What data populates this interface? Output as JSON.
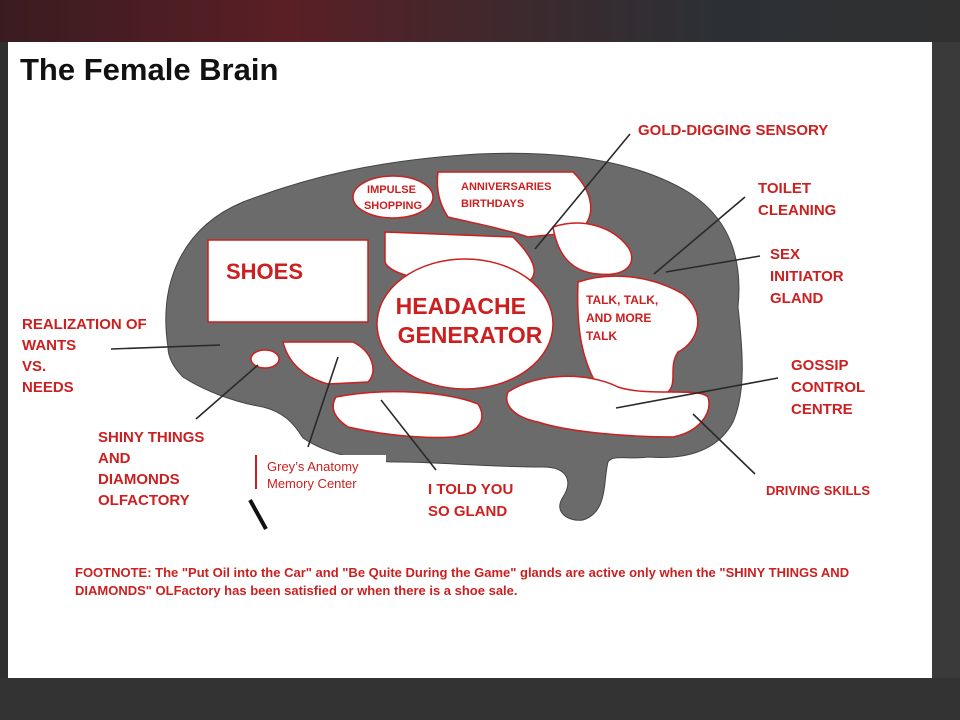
{
  "title": "The Female Brain",
  "labels": {
    "gold_digging": "GOLD-DIGGING SENSORY",
    "toilet_1": "TOILET",
    "toilet_2": "CLEANING",
    "sex_1": "SEX",
    "sex_2": "INITIATOR",
    "sex_3": "GLAND",
    "gossip_1": "GOSSIP",
    "gossip_2": "CONTROL",
    "gossip_3": "CENTRE",
    "driving": "DRIVING SKILLS",
    "told_1": "I TOLD YOU",
    "told_2": "SO GLAND",
    "shiny_1": "SHINY THINGS",
    "shiny_2": "AND",
    "shiny_3": "DIAMONDS",
    "shiny_4": "OLFACTORY",
    "real_1": "REALIZATION OF",
    "real_2": "WANTS",
    "real_3": "VS.",
    "real_4": "NEEDS"
  },
  "regions": {
    "impulse_1": "IMPULSE",
    "impulse_2": "SHOPPING",
    "anniv_1": "ANNIVERSARIES",
    "anniv_2": "BIRTHDAYS",
    "shoes": "SHOES",
    "headache_1": "HEADACHE",
    "headache_2": "GENERATOR",
    "talk_1": "TALK, TALK,",
    "talk_2": "AND MORE",
    "talk_3": "TALK"
  },
  "overlay": {
    "line1": "Grey’s Anatomy",
    "line2": "Memory Center"
  },
  "footnote": "FOOTNOTE: The \"Put Oil into the Car\" and \"Be Quite During the Game\" glands are active only when the \"SHINY THINGS AND DIAMONDS\" OLFactory has been satisfied or when there is a shoe sale.",
  "colors": {
    "brain_fill": "#6b6b6b",
    "label_red": "#cc1f1f",
    "frame_dark": "#2f2f2f"
  }
}
